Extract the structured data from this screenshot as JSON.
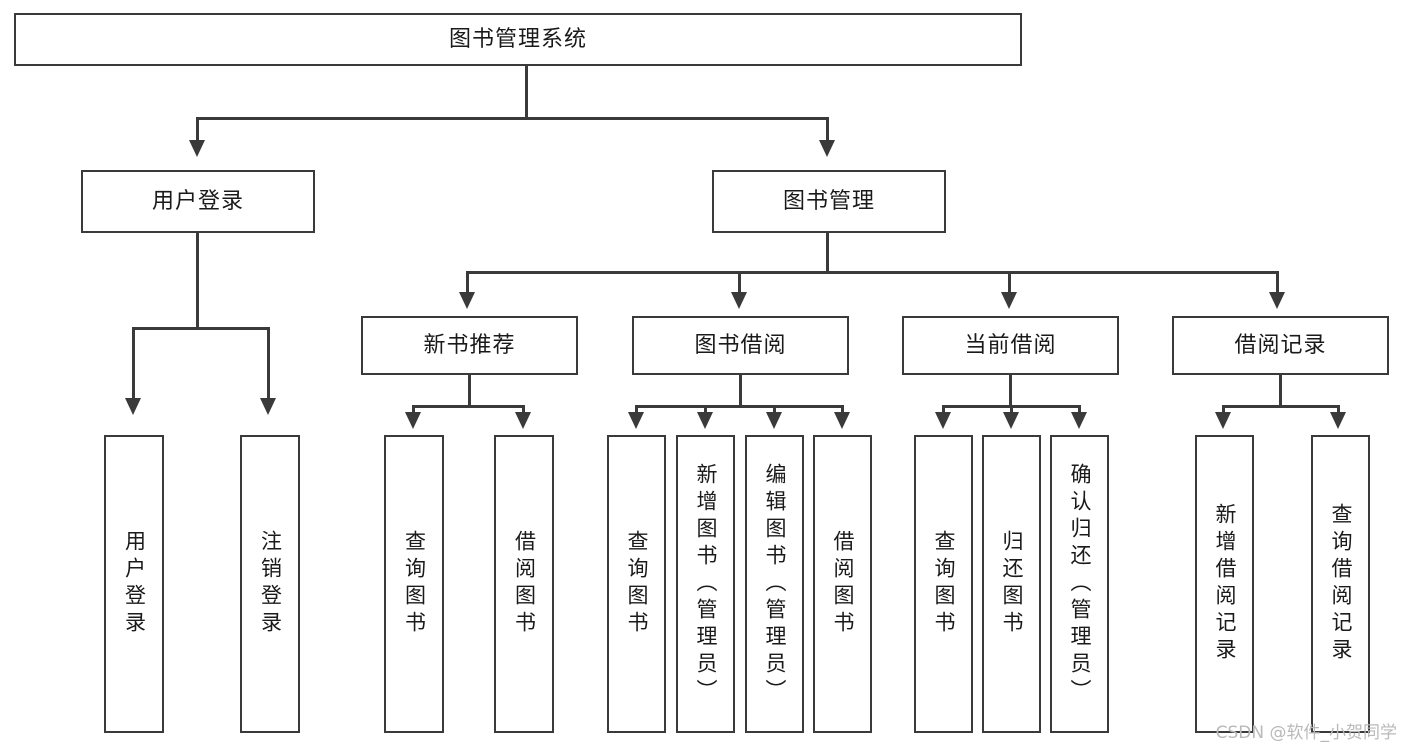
{
  "diagram": {
    "type": "tree",
    "title": "图书管理系统",
    "watermark": "CSDN @软件_小贺同学",
    "colors": {
      "background": "#ffffff",
      "border": "#3a3a3a",
      "text": "#1a1a1a",
      "watermark": "#b9b9b9"
    },
    "root": {
      "label": "图书管理系统"
    },
    "level2": [
      {
        "label": "用户登录"
      },
      {
        "label": "图书管理"
      }
    ],
    "level3": [
      {
        "label": "新书推荐"
      },
      {
        "label": "图书借阅"
      },
      {
        "label": "当前借阅"
      },
      {
        "label": "借阅记录"
      }
    ],
    "leaves": {
      "user_login": [
        {
          "label": "用户登录"
        },
        {
          "label": "注销登录"
        }
      ],
      "new_book_recommend": [
        {
          "label": "查询图书"
        },
        {
          "label": "借阅图书"
        }
      ],
      "book_borrow": [
        {
          "label": "查询图书"
        },
        {
          "label": "新增图书（管理员）"
        },
        {
          "label": "编辑图书（管理员）"
        },
        {
          "label": "借阅图书"
        }
      ],
      "current_borrow": [
        {
          "label": "查询图书"
        },
        {
          "label": "归还图书"
        },
        {
          "label": "确认归还（管理员）"
        }
      ],
      "borrow_record": [
        {
          "label": "新增借阅记录"
        },
        {
          "label": "查询借阅记录"
        }
      ]
    }
  }
}
